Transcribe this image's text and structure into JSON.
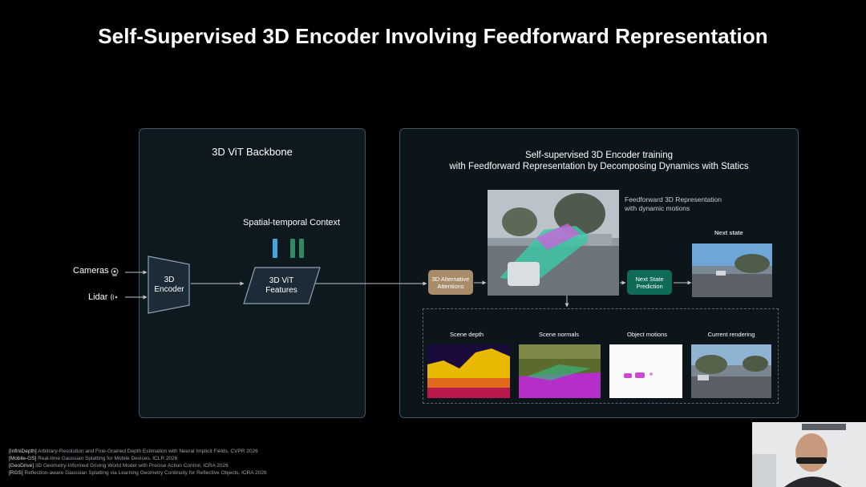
{
  "slide": {
    "title": "Self-Supervised 3D Encoder Involving Feedforward Representation"
  },
  "left_panel": {
    "title": "3D ViT Backbone",
    "inputs": [
      {
        "label": "Cameras",
        "icon": "camera-icon"
      },
      {
        "label": "Lidar",
        "icon": "lidar-icon"
      }
    ],
    "encoder_label_line1": "3D",
    "encoder_label_line2": "Encoder",
    "context_label": "Spatial-temporal Context",
    "features_line1": "3D ViT",
    "features_line2": "Features"
  },
  "right_panel": {
    "title_line1": "Self-supervised 3D Encoder training",
    "title_line2": "with Feedforward Representation by Decomposing Dynamics with Statics",
    "attention_line1": "3D Alternative",
    "attention_line2": "Attentions",
    "feedforward_line1": "Feedforward 3D Representation",
    "feedforward_line2": "with dynamic motions",
    "next_state_label": "Next state",
    "prediction_line1": "Next State",
    "prediction_line2": "Prediction",
    "outputs": [
      {
        "label": "Scene depth"
      },
      {
        "label": "Scene normals"
      },
      {
        "label": "Object motions"
      },
      {
        "label": "Current rendering"
      }
    ]
  },
  "references": [
    {
      "tag": "[InfiniDepth]",
      "text": "Arbitrary-Resolution and Fine-Grained Depth Estimation with Neural Implicit Fields, CVPR 2026"
    },
    {
      "tag": "[Mobile-GS]",
      "text": "Real-time Gaussian Splatting for Mobile Devices, ICLR 2026"
    },
    {
      "tag": "[GeoDrive]",
      "text": "3D Geometry-Informed Driving World Model with Precise Action Control, ICRA 2026"
    },
    {
      "tag": "[RGS]",
      "text": "Reflection-aware Gaussian Splatting via Learning Geometry Continuity for Reflective Objects, ICRA 2026"
    }
  ],
  "colors": {
    "attention_button": "#a88c6a",
    "prediction_button": "#0f6a57",
    "feature_bar_blue": "#46a6d8",
    "feature_bar_green": "#2f8a62",
    "panel_border": "#3f5464"
  }
}
